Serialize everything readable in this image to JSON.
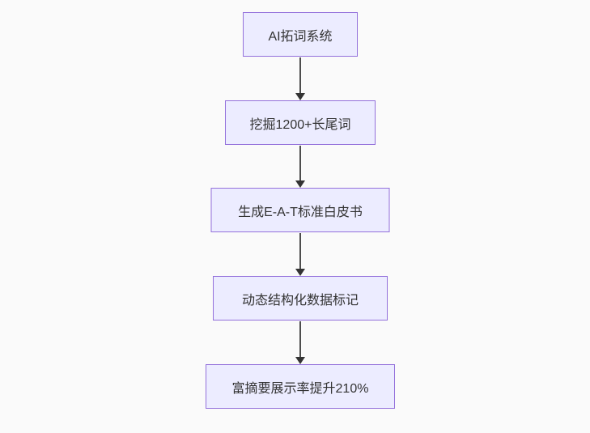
{
  "diagram": {
    "type": "flowchart",
    "direction": "top-down",
    "nodes": [
      {
        "id": "n1",
        "label": "AI拓词系统"
      },
      {
        "id": "n2",
        "label": "挖掘1200+长尾词"
      },
      {
        "id": "n3",
        "label": "生成E-A-T标准白皮书"
      },
      {
        "id": "n4",
        "label": "动态结构化数据标记"
      },
      {
        "id": "n5",
        "label": "富摘要展示率提升210%"
      }
    ],
    "edges": [
      {
        "from": "n1",
        "to": "n2",
        "label": ""
      },
      {
        "from": "n2",
        "to": "n3",
        "label": ""
      },
      {
        "from": "n3",
        "to": "n4",
        "label": ""
      },
      {
        "from": "n4",
        "to": "n5",
        "label": ""
      }
    ]
  },
  "theme": {
    "background": "#fafafa",
    "node_fill": "#ececff",
    "node_border": "#9370db",
    "node_text": "#333333",
    "arrow_line": "#4d4d4d",
    "arrowhead": "#333333"
  }
}
